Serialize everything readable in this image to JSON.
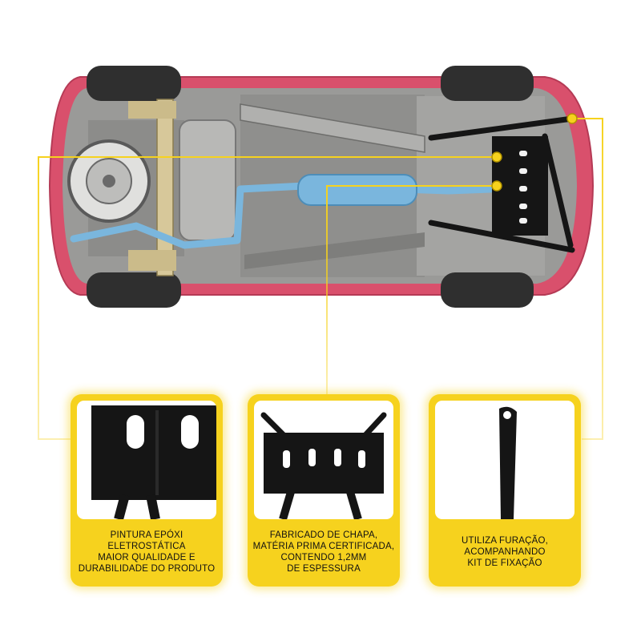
{
  "colors": {
    "accent_yellow": "#f6d21e",
    "car_body": "#d9506c",
    "underbody": "#9a9a98",
    "exhaust": "#7ab6dd",
    "plate": "#151515"
  },
  "captions": [
    {
      "lines": [
        "PINTURA EPÓXI",
        "ELETROSTÁTICA",
        "MAIOR QUALIDADE E",
        "DURABILIDADE DO PRODUTO"
      ]
    },
    {
      "lines": [
        "FABRICADO DE CHAPA,",
        "MATÉRIA PRIMA CERTIFICADA,",
        "CONTENDO 1,2MM",
        "DE ESPESSURA"
      ]
    },
    {
      "lines": [
        "UTILIZA FURAÇÃO,",
        "ACOMPANHANDO",
        "KIT DE FIXAÇÃO"
      ]
    }
  ]
}
